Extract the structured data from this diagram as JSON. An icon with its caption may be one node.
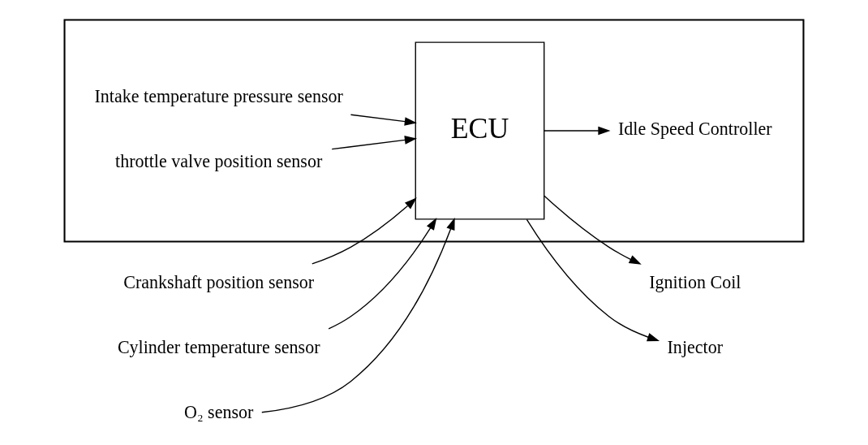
{
  "diagram": {
    "nodes": [
      {
        "text": [],
        "shape": "box"
      },
      {
        "text": [
          "Intake temperature pressure sensor"
        ],
        "in": 0
      },
      {
        "text": [
          "throttle valve position sensor"
        ],
        "in": 0
      },
      {
        "text": [
          "ECU"
        ],
        "in": 0
      },
      {
        "text": [
          "Crankshaft position sensor"
        ]
      },
      {
        "text": [
          "Cylinder temperature sensor"
        ]
      },
      {
        "text": [
          "O₂ sensor"
        ]
      },
      {
        "text": [
          "Idle Speed Controller"
        ],
        "in": 0
      },
      {
        "text": [
          "Ignition Coil"
        ]
      },
      {
        "text": [
          "Injector"
        ]
      }
    ],
    "edges": [
      {
        "from": 1,
        "to": 3,
        "arrow": "to"
      },
      {
        "from": 2,
        "to": 3,
        "arrow": "to"
      },
      {
        "from": 4,
        "to": 3,
        "arrow": "to"
      },
      {
        "from": 5,
        "to": 3,
        "arrow": "to"
      },
      {
        "from": 6,
        "to": 3,
        "arrow": "to"
      },
      {
        "from": 3,
        "to": 7,
        "arrow": "to"
      },
      {
        "from": 3,
        "to": 8,
        "arrow": "to"
      },
      {
        "from": 3,
        "to": 9,
        "arrow": "to"
      }
    ]
  }
}
